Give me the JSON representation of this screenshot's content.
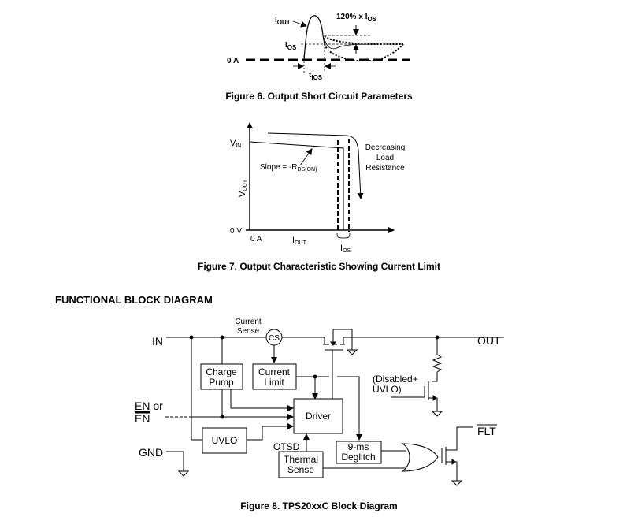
{
  "figure6": {
    "caption": "Figure 6.  Output Short Circuit Parameters",
    "labels": {
      "iout": "I",
      "iout_sub": "OUT",
      "ios": "I",
      "ios_sub": "OS",
      "pct": "120% x I",
      "pct_sub": "OS",
      "zero_a": "0 A",
      "tios": "t",
      "tios_sub": "IOS"
    }
  },
  "figure7": {
    "caption": "Figure 7.  Output Characteristic Showing Current Limit",
    "labels": {
      "vin": "V",
      "vin_sub": "IN",
      "vout": "V",
      "vout_sub": "OUT",
      "zero_v": "0 V",
      "zero_a": "0 A",
      "iout": "I",
      "iout_sub": "OUT",
      "ios": "I",
      "ios_sub": "OS",
      "slope": "Slope = -R",
      "slope_sub": "DS(ON)",
      "decreasing": "Decreasing",
      "load": "Load",
      "resistance": "Resistance"
    }
  },
  "block_diagram": {
    "heading": "FUNCTIONAL BLOCK DIAGRAM",
    "caption": "Figure 8.  TPS20xxC Block Diagram",
    "pins": {
      "in": "IN",
      "out": "OUT",
      "en_or": "EN or",
      "en_bar": "EN",
      "en_plain": "EN",
      "gnd": "GND",
      "flt": "FLT"
    },
    "blocks": {
      "charge_pump_1": "Charge",
      "charge_pump_2": "Pump",
      "current_limit_1": "Current",
      "current_limit_2": "Limit",
      "driver": "Driver",
      "uvlo": "UVLO",
      "thermal_1": "Thermal",
      "thermal_2": "Sense",
      "deglitch_1": "9-ms",
      "deglitch_2": "Deglitch",
      "cs": "CS"
    },
    "annotations": {
      "current_sense_1": "Current",
      "current_sense_2": "Sense",
      "otsd": "OTSD",
      "disabled_1": "(Disabled+",
      "disabled_2": "UVLO)"
    }
  }
}
